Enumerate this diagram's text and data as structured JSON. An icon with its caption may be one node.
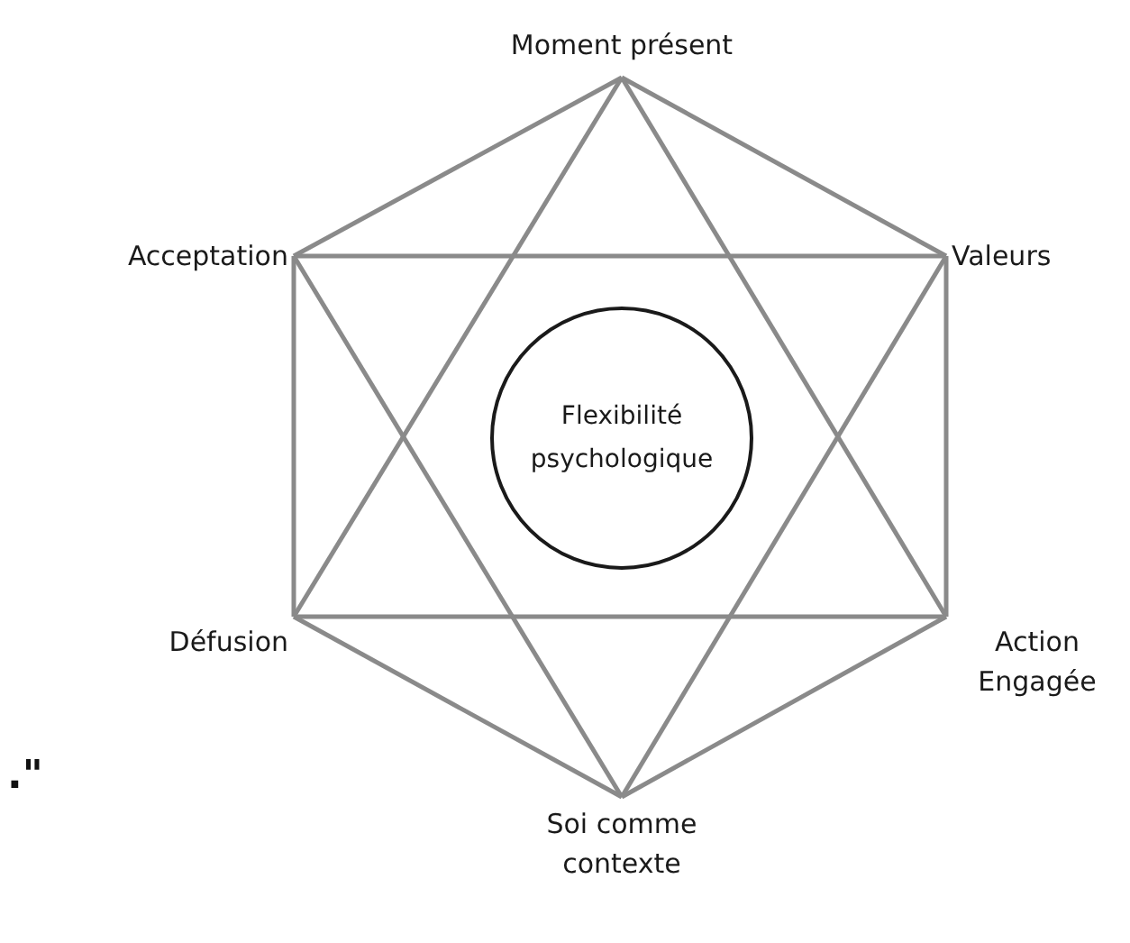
{
  "diagram": {
    "nodes": [
      {
        "text": [
          "Moment présent"
        ]
      },
      {
        "text": [
          "Acceptation"
        ]
      },
      {
        "text": [
          "Valeurs"
        ]
      },
      {
        "text": [
          "Flexibilité psychologique"
        ]
      },
      {
        "text": [
          "Défusion"
        ]
      },
      {
        "text": [
          "Action Engagée"
        ]
      },
      {
        "text": [
          "Soi comme contexte"
        ]
      }
    ],
    "edges": [
      {
        "from": 0,
        "to": 2,
        "arrow": "none"
      },
      {
        "from": 2,
        "to": 5,
        "arrow": "none"
      },
      {
        "from": 5,
        "to": 6,
        "arrow": "none"
      },
      {
        "from": 6,
        "to": 4,
        "arrow": "none"
      },
      {
        "from": 4,
        "to": 1,
        "arrow": "none"
      },
      {
        "from": 1,
        "to": 0,
        "arrow": "none"
      },
      {
        "from": 0,
        "to": 5,
        "arrow": "none"
      },
      {
        "from": 5,
        "to": 4,
        "arrow": "none"
      },
      {
        "from": 4,
        "to": 0,
        "arrow": "none"
      },
      {
        "from": 6,
        "to": 1,
        "arrow": "none"
      },
      {
        "from": 1,
        "to": 2,
        "arrow": "none"
      },
      {
        "from": 2,
        "to": 6,
        "arrow": "none"
      }
    ],
    "labels": [
      ".\""
    ]
  }
}
